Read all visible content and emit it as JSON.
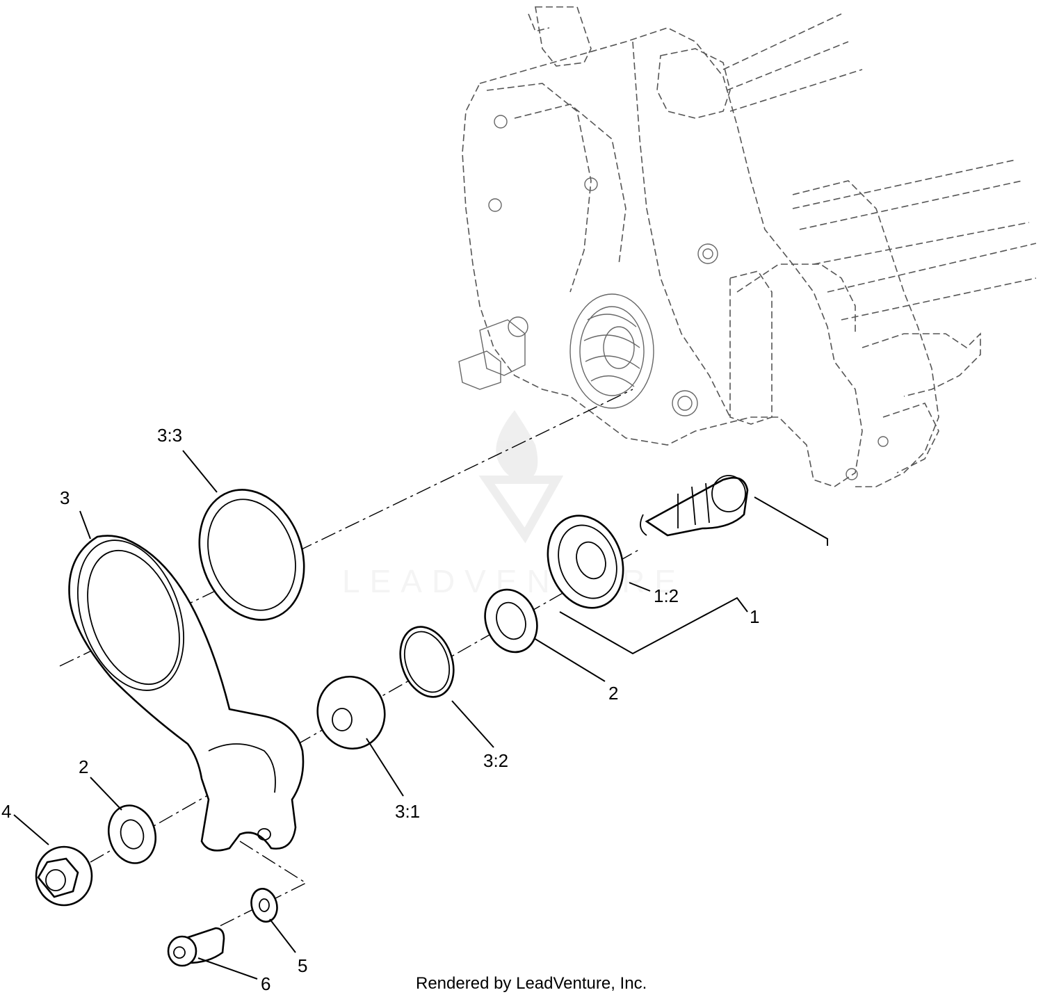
{
  "diagram": {
    "watermark": "LEADVENTURE",
    "footer": "Rendered by LeadVenture, Inc.",
    "callouts": [
      {
        "id": "c-3-3",
        "label": "3:3"
      },
      {
        "id": "c-3",
        "label": "3"
      },
      {
        "id": "c-1-2",
        "label": "1:2"
      },
      {
        "id": "c-1",
        "label": "1"
      },
      {
        "id": "c-2-right",
        "label": "2"
      },
      {
        "id": "c-3-2",
        "label": "3:2"
      },
      {
        "id": "c-2-left",
        "label": "2"
      },
      {
        "id": "c-4",
        "label": "4"
      },
      {
        "id": "c-3-1",
        "label": "3:1"
      },
      {
        "id": "c-5",
        "label": "5"
      },
      {
        "id": "c-6",
        "label": "6"
      }
    ]
  }
}
